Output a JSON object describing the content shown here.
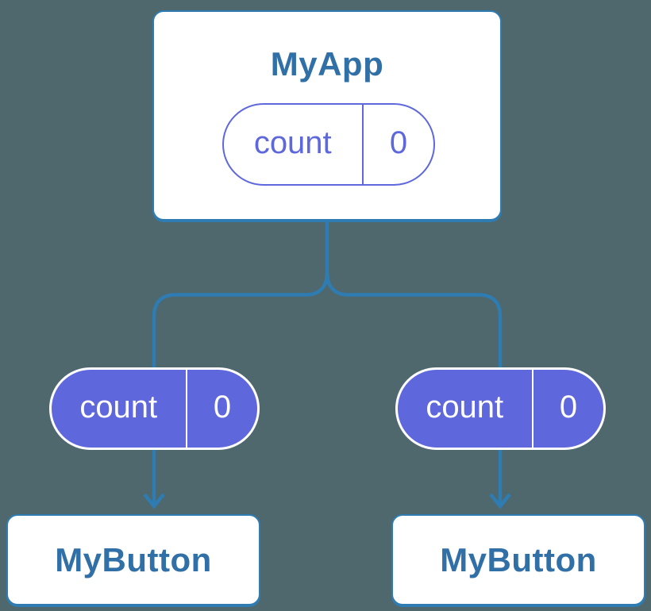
{
  "diagram": {
    "type": "react-state-tree",
    "colors": {
      "background": "#4E686E",
      "connector": "#2E7CB2",
      "heading": "#3070A6",
      "purple": "#5E68DC",
      "card_bg": "#FFFFFF",
      "pill_text_on_purple": "#FFFFFF"
    },
    "root": {
      "title": "MyApp",
      "state": {
        "name": "count",
        "value": "0"
      }
    },
    "children": [
      {
        "title": "MyButton",
        "state": {
          "name": "count",
          "value": "0"
        }
      },
      {
        "title": "MyButton",
        "state": {
          "name": "count",
          "value": "0"
        }
      }
    ]
  }
}
